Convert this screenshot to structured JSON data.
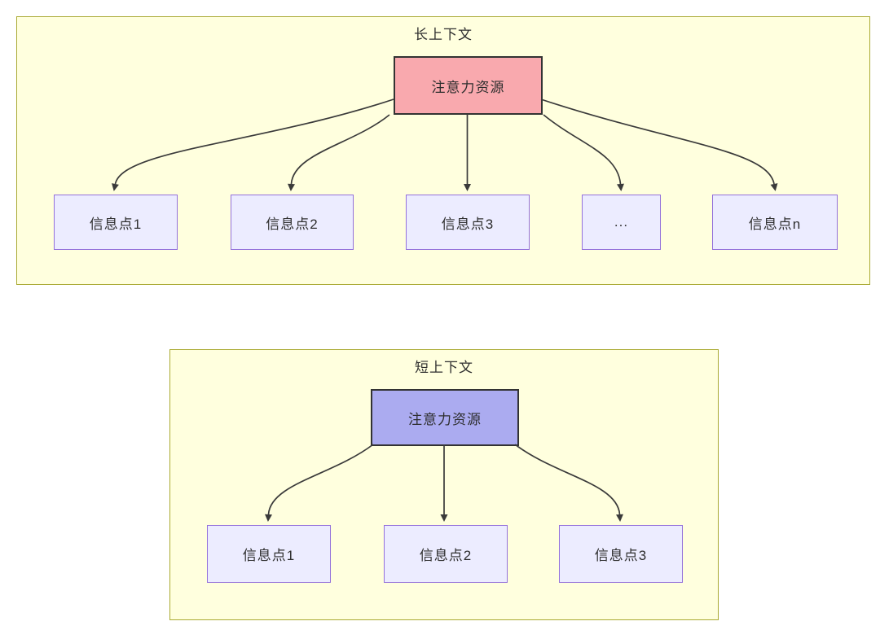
{
  "colors": {
    "page_background": "#ffffff",
    "subgraph_fill": "#ffffde",
    "subgraph_border": "#aaaa33",
    "info_node_fill": "#ececff",
    "info_node_border": "#9370db",
    "attention_long_fill": "#f9a9ae",
    "attention_short_fill": "#ababf0",
    "attention_border": "#333333",
    "edge_color": "#3a3a3a",
    "text_color": "#2e2e2e"
  },
  "diagrams": [
    {
      "title": "长上下文",
      "attention": {
        "label": "注意力资源"
      },
      "nodes": [
        {
          "label": "信息点1"
        },
        {
          "label": "信息点2"
        },
        {
          "label": "信息点3"
        },
        {
          "label": "..."
        },
        {
          "label": "信息点n"
        }
      ],
      "edges": [
        "注意力资源→信息点1",
        "注意力资源→信息点2",
        "注意力资源→信息点3",
        "注意力资源→...",
        "注意力资源→信息点n"
      ]
    },
    {
      "title": "短上下文",
      "attention": {
        "label": "注意力资源"
      },
      "nodes": [
        {
          "label": "信息点1"
        },
        {
          "label": "信息点2"
        },
        {
          "label": "信息点3"
        }
      ],
      "edges": [
        "注意力资源→信息点1",
        "注意力资源→信息点2",
        "注意力资源→信息点3"
      ]
    }
  ]
}
